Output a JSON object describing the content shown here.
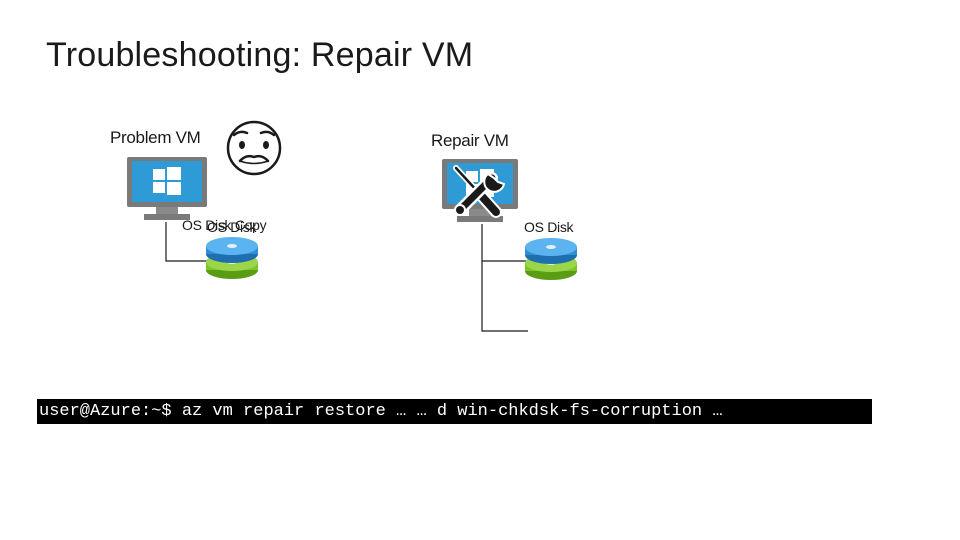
{
  "slide": {
    "title": "Troubleshooting: Repair VM"
  },
  "problem_vm": {
    "label": "Problem VM",
    "disk_label_back": "OS Disk Copy",
    "disk_label_front": "OS Disk",
    "emoji": "worried-face-icon"
  },
  "repair_vm": {
    "label": "Repair VM",
    "disk_label": "OS Disk",
    "tool_icon": "wrench-screwdriver-icon"
  },
  "terminal": {
    "prompt": "user@Azure:~$",
    "command": " az vm repair restore … … d win-chkdsk-fs-corruption …"
  },
  "colors": {
    "monitor_frame": "#7a7a7a",
    "screen": "#2e9bd6",
    "disk_blue": "#2f8fd4",
    "disk_green": "#7fc424",
    "terminal_bg": "#000000"
  }
}
